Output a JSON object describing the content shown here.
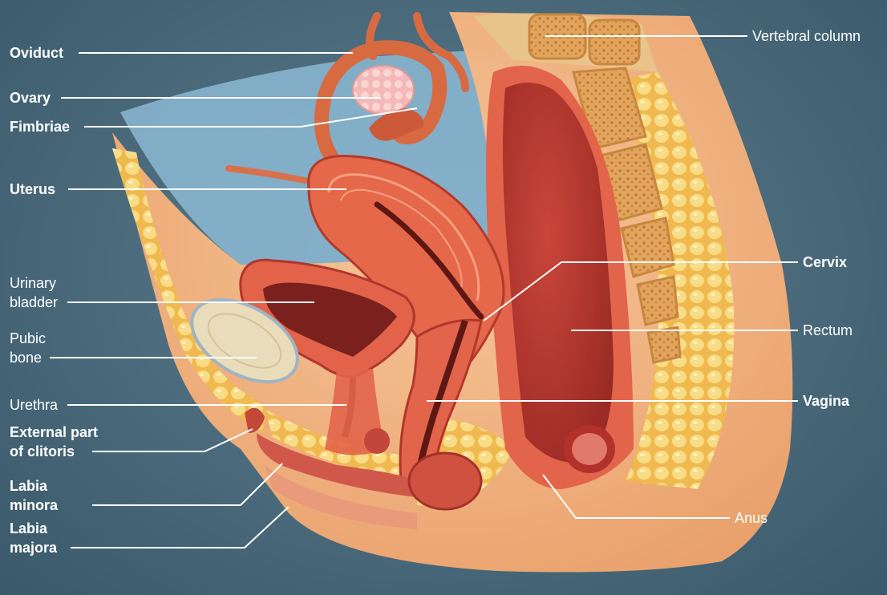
{
  "diagram": {
    "labels": {
      "oviduct": "Oviduct",
      "ovary": "Ovary",
      "fimbriae": "Fimbriae",
      "uterus": "Uterus",
      "urinary_bladder_1": "Urinary",
      "urinary_bladder_2": "bladder",
      "pubic_bone_1": "Pubic",
      "pubic_bone_2": "bone",
      "urethra": "Urethra",
      "clitoris_1": "External part",
      "clitoris_2": "of clitoris",
      "labia_minora_1": "Labia",
      "labia_minora_2": "minora",
      "labia_majora_1": "Labia",
      "labia_majora_2": "majora",
      "vertebral_column": "Vertebral column",
      "cervix": "Cervix",
      "rectum": "Rectum",
      "vagina": "Vagina",
      "anus": "Anus"
    },
    "colors": {
      "background": "#4a6a7b",
      "skin": "#f0b27a",
      "fat": "#f3cf6e",
      "muscle": "#d9543f",
      "muscle_dark": "#a8322a",
      "lumen": "#7a1f1c",
      "bone": "#e7d9b3",
      "cavity": "#8ab8d4",
      "leader": "#ffffff",
      "label": "#ffffff"
    }
  }
}
